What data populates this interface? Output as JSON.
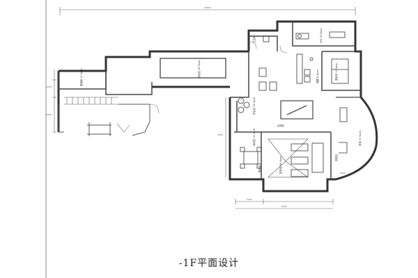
{
  "title": "-1F平面设计",
  "dimensions": {
    "top_overall": "29900",
    "bottom_segment": "5500",
    "bottom_overall": "8200",
    "left_upper": "1250",
    "left_lower": "3800",
    "mid_right": "5450",
    "right_side": "3900"
  },
  "rooms": {
    "corridor": "楼梯间 12 Sq.m.",
    "pool": "泳池区 28 Sq.m.",
    "wc": "卫生间",
    "storage": "储藏 8 Sq.m.",
    "spa": "SPA 18 Sq.m.",
    "gym": "健身房 11 Sq.m.",
    "bar": "吧台区 23 Sq.m.",
    "billiards": "台球区",
    "seating": "休闲区 12 Sq.m.",
    "cinema": "影音室 38 Sq.m.",
    "mahjong": "棋牌室",
    "lounge": "茶室 15 Sq.m.",
    "curved": "观景区"
  }
}
